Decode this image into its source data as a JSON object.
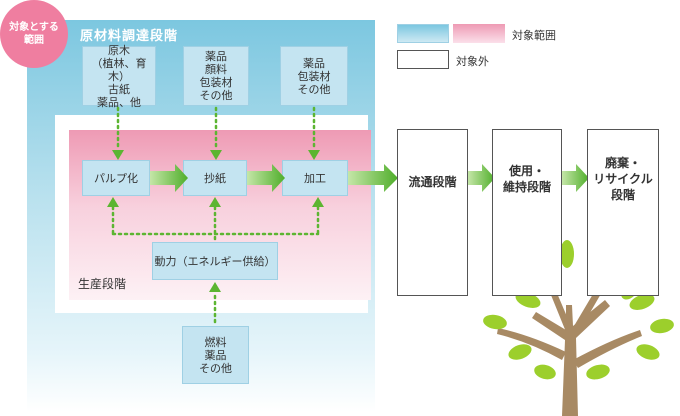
{
  "scope_badge": "対象とする\n範囲",
  "legend": {
    "in_scope_label": "対象範囲",
    "out_scope_label": "対象外"
  },
  "stages": {
    "materials_title": "原材料調達段階",
    "production_title": "生産段階"
  },
  "materials_boxes": {
    "wood": "原木\n（植林、育木）\n古紙\n薬品、他",
    "chemicals_pulp": "薬品\n顔料\n包装材\nその他",
    "chemicals_process": "薬品\n包装材\nその他",
    "fuel": "燃料\n薬品\nその他"
  },
  "production_boxes": {
    "pulping": "パルプ化",
    "papermaking": "抄紙",
    "processing": "加工",
    "power": "動力（エネルギー供給）"
  },
  "downstream": {
    "distribution": "流通段階",
    "use": "使用・\n維持段階",
    "disposal": "廃棄・\nリサイクル\n段階"
  },
  "colors": {
    "arrow_green": "#5cb531",
    "badge_pink": "#ef7ea0",
    "tree_trunk": "#a88a64",
    "leaf_green": "#9ccf2c"
  }
}
